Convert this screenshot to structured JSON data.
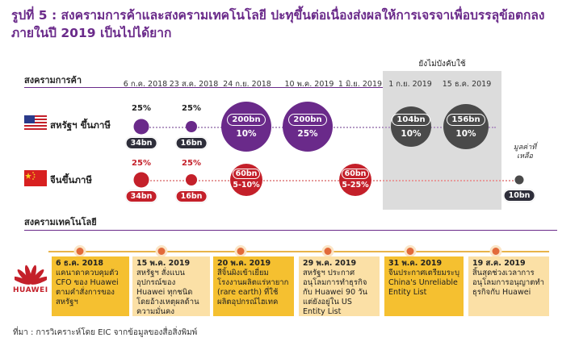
{
  "title": "รูปที่ 5 : สงครามการค้าและสงครามเทคโนโลยี ปะทุขึ้นต่อเนื่องส่งผลให้การเจรจาเพื่อบรรลุข้อตกลงภายในปี 2019 เป็นไปได้ยาก",
  "sections": {
    "trade": "สงครามการค้า",
    "tech": "สงครามเทคโนโลยี"
  },
  "pending_label": "ยังไม่บังคับใช้",
  "dates": [
    "6 ก.ค. 2018",
    "23 ส.ค. 2018",
    "24 ก.ย. 2018",
    "10 พ.ค. 2019",
    "1 มิ.ย. 2019",
    "1 ก.ย. 2019",
    "15 ธ.ค. 2019"
  ],
  "us": {
    "label": "สหรัฐฯ ขึ้นภาษี",
    "e1": {
      "pct": "25%",
      "amt": "34bn"
    },
    "e2": {
      "pct": "25%",
      "amt": "16bn"
    },
    "e3": {
      "amt": "200bn",
      "rate": "10%"
    },
    "e4": {
      "amt": "200bn",
      "rate": "25%"
    },
    "e5": {
      "amt": "104bn",
      "rate": "10%"
    },
    "e6": {
      "amt": "156bn",
      "rate": "10%"
    }
  },
  "cn": {
    "label": "จีนขึ้นภาษี",
    "e1": {
      "pct": "25%",
      "amt": "34bn"
    },
    "e2": {
      "pct": "25%",
      "amt": "16bn"
    },
    "e3": {
      "amt": "60bn",
      "rate": "5-10%"
    },
    "e4": {
      "amt": "60bn",
      "rate": "5-25%"
    }
  },
  "residual": {
    "label": "มูลค่าที่เหลือ",
    "amt": "10bn"
  },
  "huawei_logo_text": "HUAWEI",
  "tech_events": [
    {
      "date": "6 ธ.ค. 2018",
      "text": "แคนาดาควบคุมตัว CFO ของ Huawei ตามคำสั่งการของสหรัฐฯ"
    },
    {
      "date": "15 พ.ค. 2019",
      "text": "สหรัฐฯ สั่งแบนอุปกรณ์ของ Huawei ทุกชนิดโดยอ้างเหตุผลด้านความมั่นคง"
    },
    {
      "date": "20 พ.ค. 2019",
      "text": "สีจิ้นผิงเข้าเยี่ยมโรงงานผลิตแร่หายาก (rare earth) ที่ใช้ผลิตอุปกรณ์ไฮเทค"
    },
    {
      "date": "29 พ.ค. 2019",
      "text": "สหรัฐฯ ประกาศอนุโลมการทำธุรกิจกับ Huawei 90 วัน แต่ยังอยู่ใน US Entity List"
    },
    {
      "date": "31 พ.ค. 2019",
      "text": "จีนประกาศเตรียมระบุ China's Unreliable Entity List"
    },
    {
      "date": "19 ส.ค. 2019",
      "text": "สิ้นสุดช่วงเวลาการอนุโลมการอนุญาตทำธุรกิจกับ Huawei"
    }
  ],
  "source": "ที่มา : การวิเคราะห์โดย EIC จากข้อมูลของสื่อสิ่งพิมพ์",
  "colors": {
    "purple": "#6a2a8a",
    "red": "#c4202a",
    "gray": "#4a4a4a",
    "gold": "#f5c030",
    "light_gold": "#fbe0a6"
  }
}
